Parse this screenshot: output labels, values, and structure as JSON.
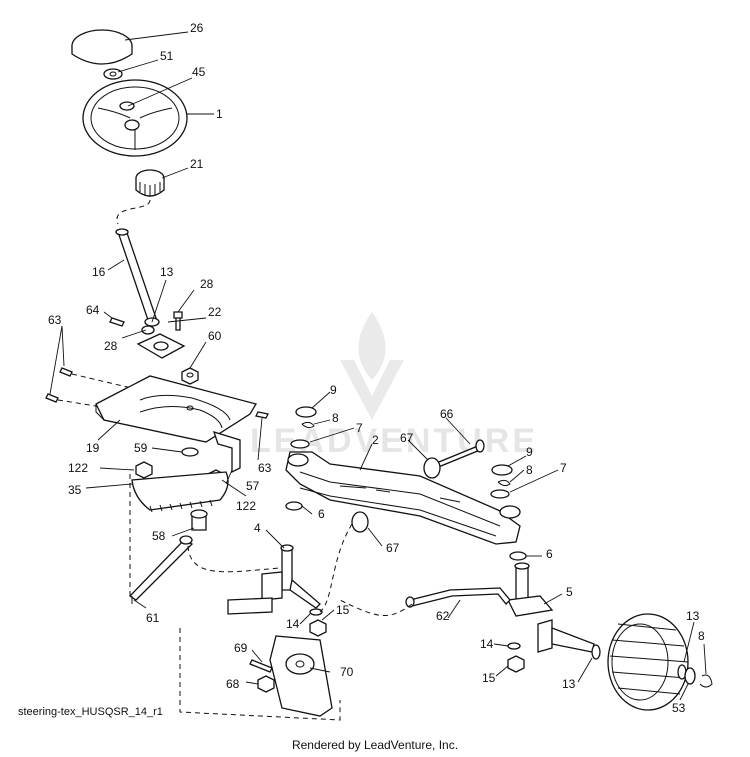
{
  "callouts": [
    "26",
    "51",
    "45",
    "1",
    "21",
    "16",
    "13",
    "28",
    "64",
    "22",
    "28",
    "60",
    "63",
    "19",
    "59",
    "63",
    "122",
    "122",
    "57",
    "35",
    "58",
    "4",
    "61",
    "9",
    "8",
    "7",
    "2",
    "66",
    "67",
    "9",
    "8",
    "7",
    "6",
    "67",
    "6",
    "5",
    "62",
    "15",
    "14",
    "13",
    "8",
    "14",
    "15",
    "13",
    "53",
    "69",
    "70",
    "68"
  ],
  "drawing_id": "steering-tex_HUSQSR_14_r1",
  "credit": "Rendered by LeadVenture, Inc.",
  "watermark": "LEADVENTURE"
}
